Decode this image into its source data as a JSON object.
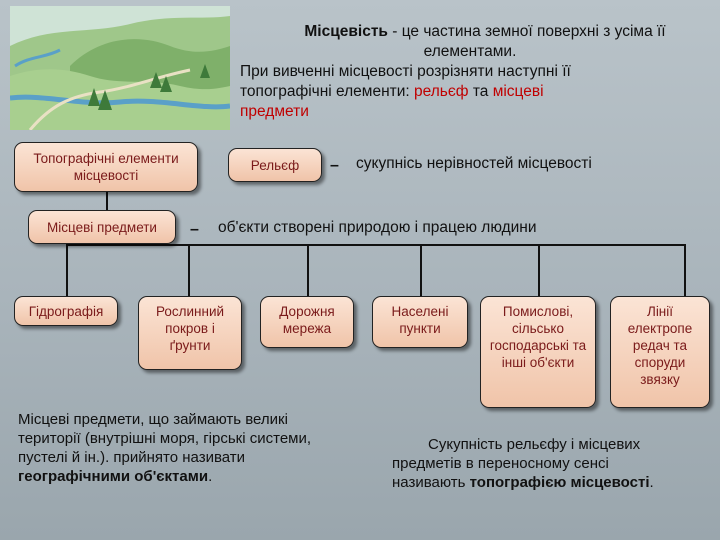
{
  "intro": {
    "line1_bold": "Місцевість",
    "line1_rest": " - це частина земної поверхні з усіма її",
    "line2": "елементами.",
    "line3": "При вивченні місцевості розрізняти наступні її",
    "line4_start": "топографічні елементи: ",
    "relief_word": "рельєф",
    "and_word": " та ",
    "local_word": "місцеві",
    "objects_word": "предмети"
  },
  "boxes": {
    "topo": "Топографічні елементи місцевості",
    "relief": "Рельєф",
    "local": "Місцеві предмети",
    "hydro": "Гідрографія",
    "veg": "Рослинний покров і ґрунти",
    "road": "Дорожня мережа",
    "settle": "Населені пункти",
    "industry": "Помислові, сільсько господарські та інші об'єкти",
    "power": "Лінії електропе редач та споруди звязку"
  },
  "definitions": {
    "dash": "–",
    "relief_def": "сукупнісь нерівностей місцевості",
    "local_def": "об'єкти створені природою і працею людини"
  },
  "bottom_left": {
    "l1": "Місцеві предмети, що займають великі",
    "l2": "території (внутрішні моря, гірські системи,",
    "l3": "пустелі й ін.). прийнято називати",
    "l4_bold": "географічними об'єктами",
    "l4_end": "."
  },
  "bottom_right": {
    "l1": "Сукупність рельєфу і місцевих",
    "l2": "предметів в переносному сенсі",
    "l3_start": "називають ",
    "l3_bold": "топографією місцевості",
    "l3_end": "."
  },
  "colors": {
    "box_fill": "#fbe4d5",
    "box_text": "#7a1a1a",
    "accent_red": "#c00000",
    "background": "#a9b4bb"
  }
}
